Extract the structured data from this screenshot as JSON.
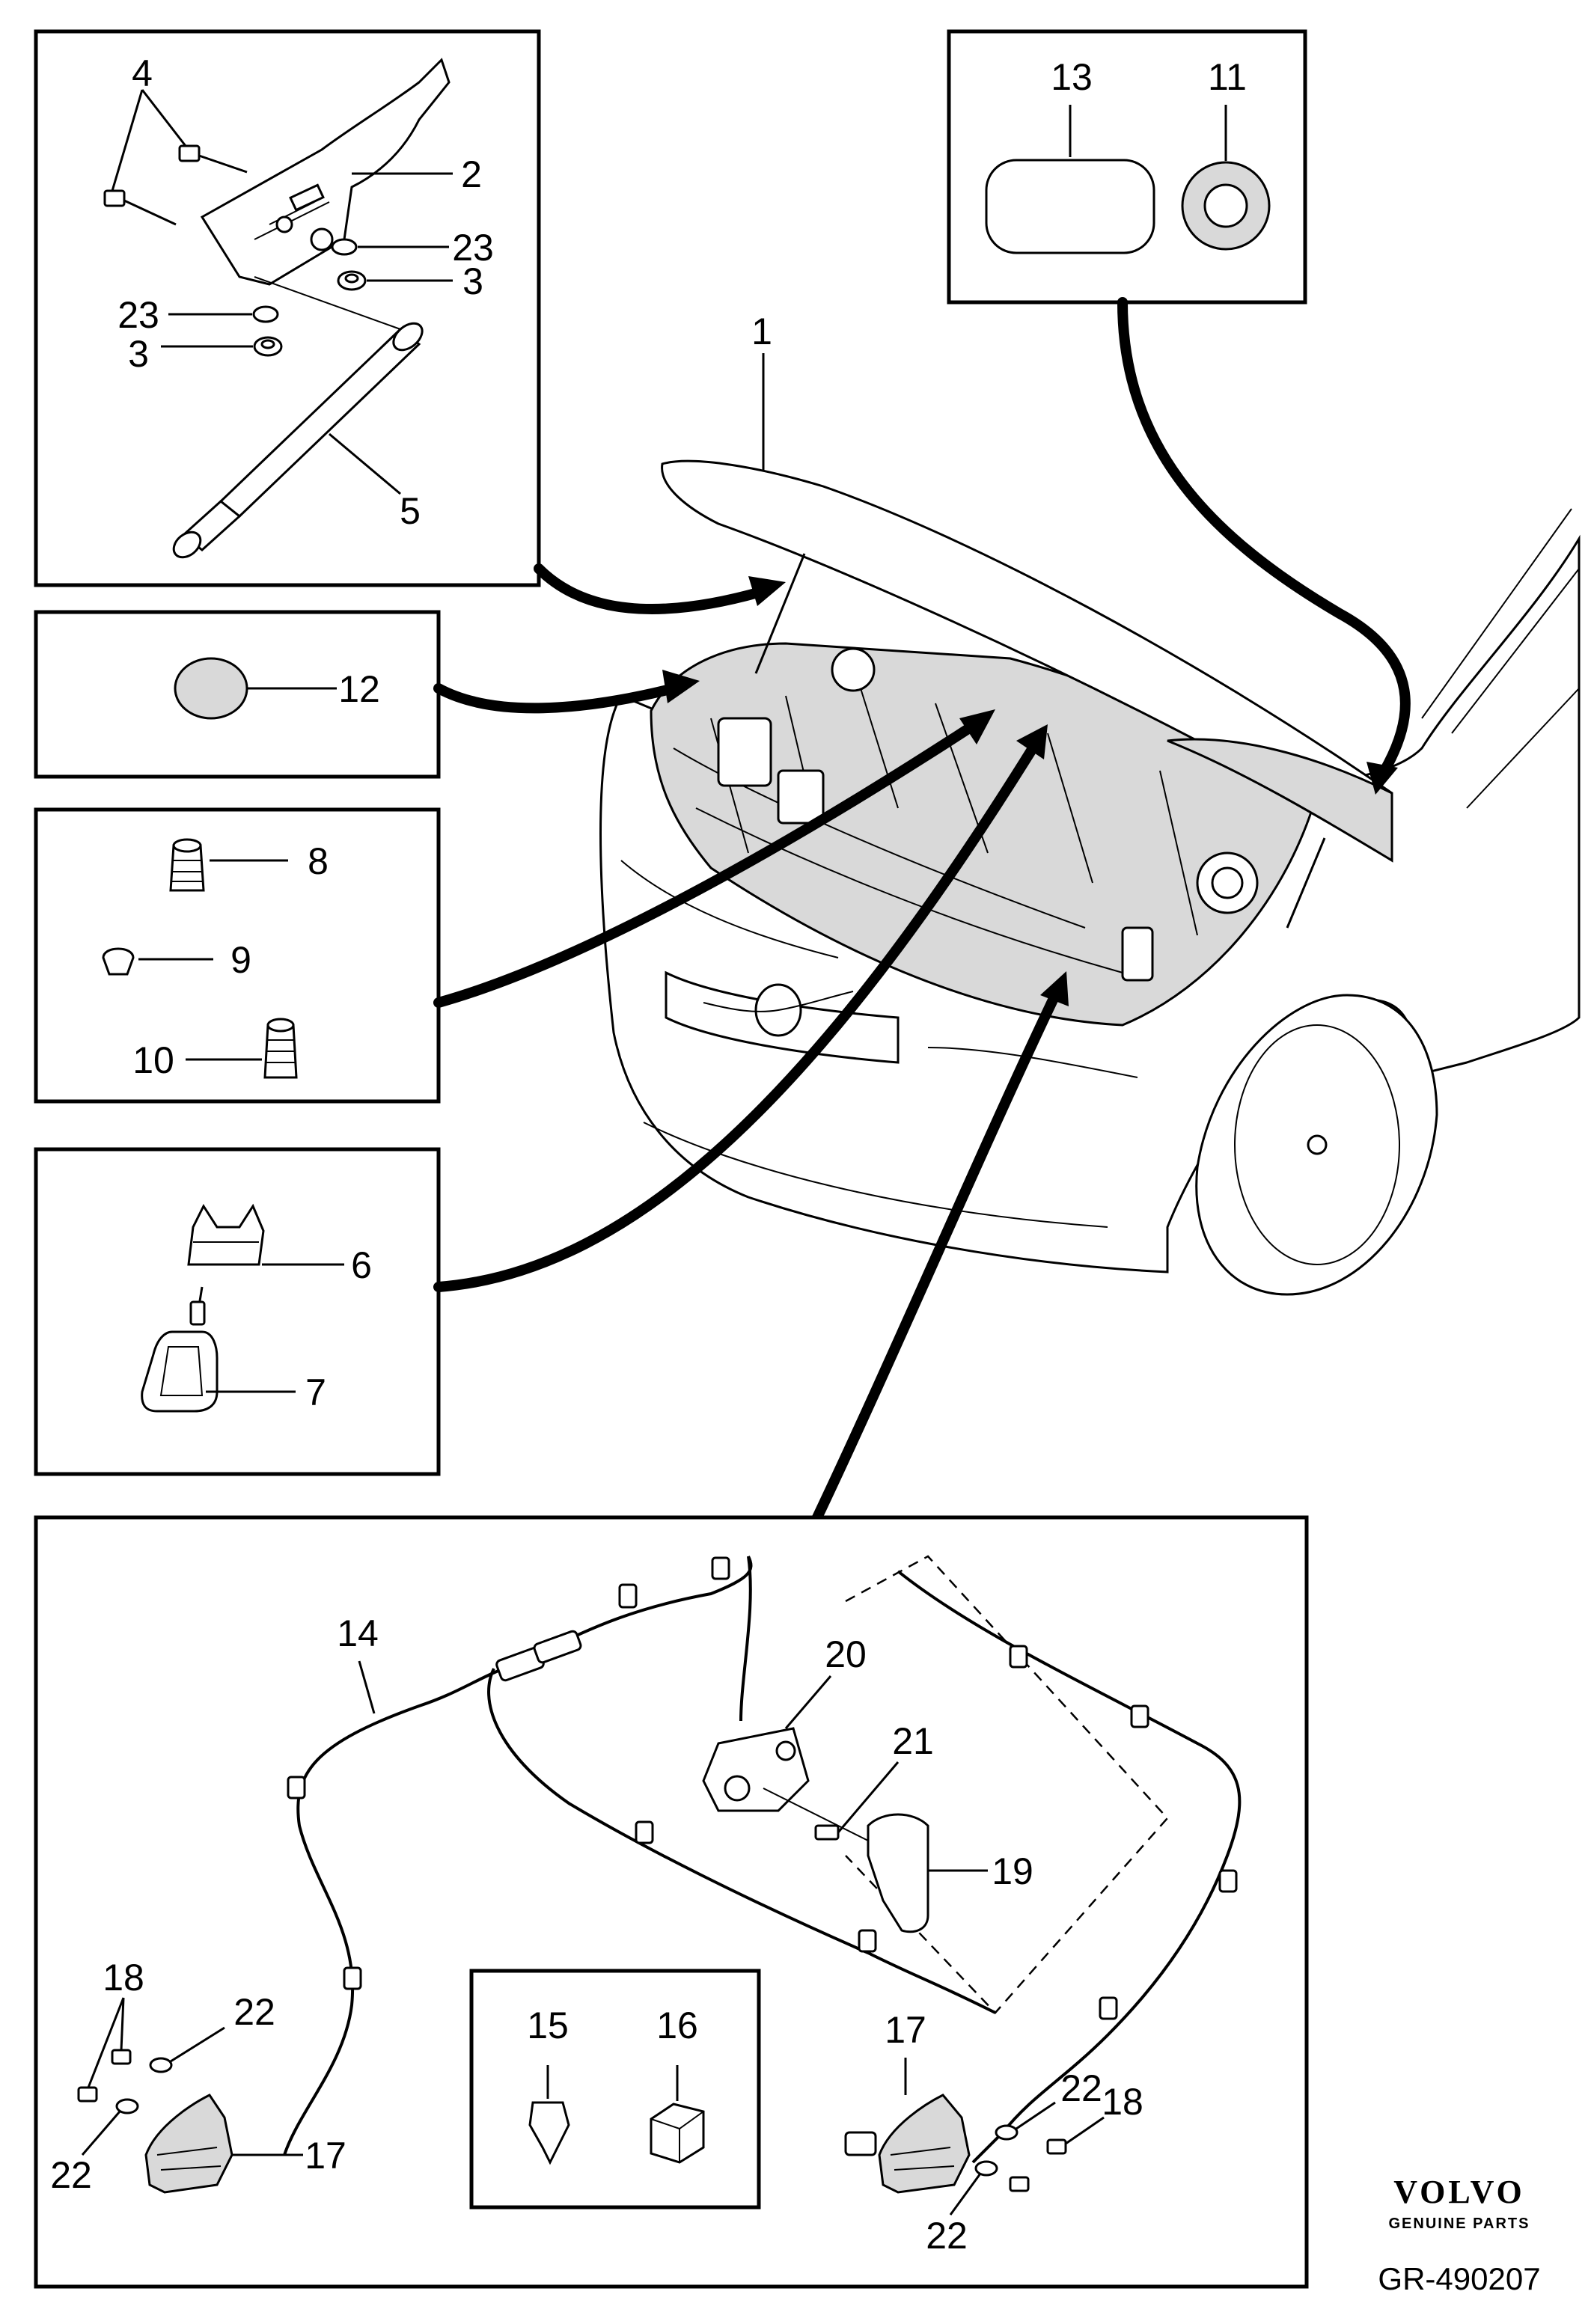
{
  "callouts": {
    "c1": "1",
    "c2": "2",
    "c3a": "3",
    "c3b": "3",
    "c4": "4",
    "c5": "5",
    "c6": "6",
    "c7": "7",
    "c8": "8",
    "c9": "9",
    "c10": "10",
    "c11": "11",
    "c12": "12",
    "c13": "13",
    "c14": "14",
    "c15": "15",
    "c16": "16",
    "c17a": "17",
    "c17b": "17",
    "c18a": "18",
    "c18b": "18",
    "c19": "19",
    "c20": "20",
    "c21": "21",
    "c22a": "22",
    "c22b": "22",
    "c22c": "22",
    "c22d": "22",
    "c23a": "23",
    "c23b": "23"
  },
  "brand": {
    "name": "VOLVO",
    "tagline": "GENUINE PARTS"
  },
  "diagram_code": "GR-490207"
}
